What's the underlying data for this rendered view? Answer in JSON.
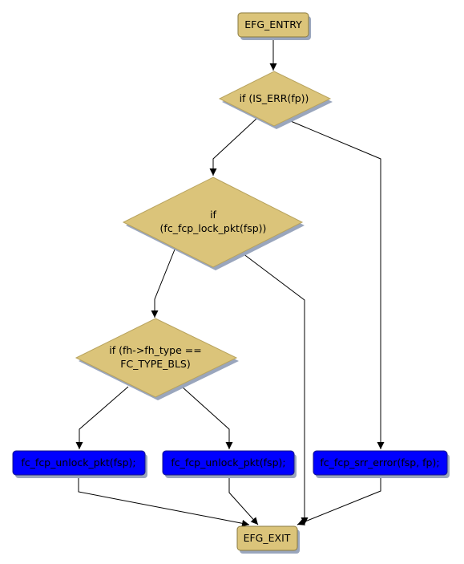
{
  "nodes": {
    "entry": "EFG_ENTRY",
    "is_err": "if (IS_ERR(fp))",
    "lock_pkt_line1": "if",
    "lock_pkt_line2": "(fc_fcp_lock_pkt(fsp))",
    "fh_type_line1": "if (fh->fh_type ==",
    "fh_type_line2": "FC_TYPE_BLS)",
    "unlock_left": "fc_fcp_unlock_pkt(fsp);",
    "unlock_mid": "fc_fcp_unlock_pkt(fsp);",
    "srr_error": "fc_fcp_srr_error(fsp, fp);",
    "exit": "EFG_EXIT"
  },
  "colors": {
    "terminal_fill": "#dbc47a",
    "decision_fill": "#dbc47a",
    "action_fill": "#0000ff",
    "shadow": "#9aa6bd"
  }
}
